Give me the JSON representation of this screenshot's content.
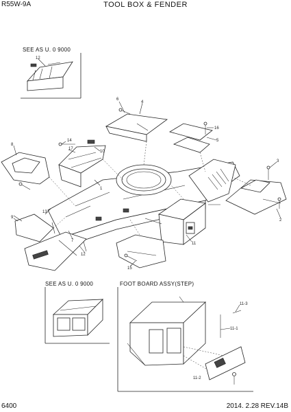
{
  "header": {
    "model": "R55W-9A",
    "title": "TOOL BOX & FENDER"
  },
  "subtitles": {
    "inset_top": "SEE AS U. 0 9000",
    "inset_bottom_left": "SEE AS U. 0 9000",
    "inset_bottom_right": "FOOT BOARD ASSY(STEP)"
  },
  "callouts": {
    "n1": "1",
    "n2": "2",
    "n3": "3",
    "n4": "4",
    "n5": "5",
    "n6": "6",
    "n7": "7",
    "n8": "8",
    "n9": "9",
    "n10": "10",
    "n11": "11",
    "n12": "12",
    "n13": "13",
    "n14": "14",
    "n15": "15",
    "n16": "16",
    "n17": "17",
    "n11_1": "11-1",
    "n11_2": "11-2",
    "n11_3": "11-3"
  },
  "footer": {
    "page": "6400",
    "revision": "2014. 2.28  REV.14B"
  }
}
